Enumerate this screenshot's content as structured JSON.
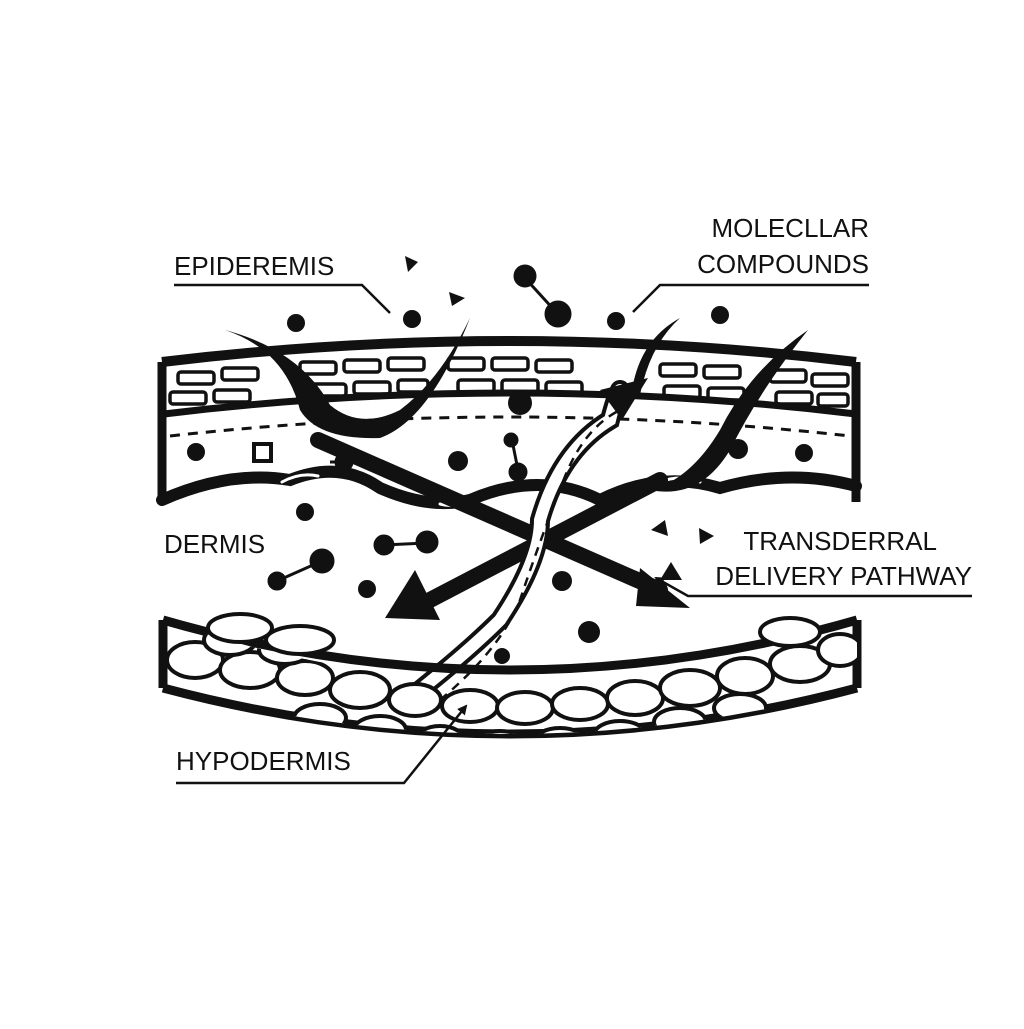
{
  "labels": {
    "epidermis": "EPIDEREMIS",
    "compounds_line1": "MOLECLLAR",
    "compounds_line2": "COMPOUNDS",
    "dermis": "DERMIS",
    "pathway_line1": "TRANSDERRAL",
    "pathway_line2": "DELIVERY PATHWAY",
    "hypodermis": "HYPODERMIS"
  },
  "colors": {
    "ink": "#111111",
    "background": "#ffffff"
  },
  "icons": [
    "dot-molecule-icon",
    "triangle-molecule-icon",
    "square-molecule-icon",
    "bonded-molecule-icon"
  ]
}
